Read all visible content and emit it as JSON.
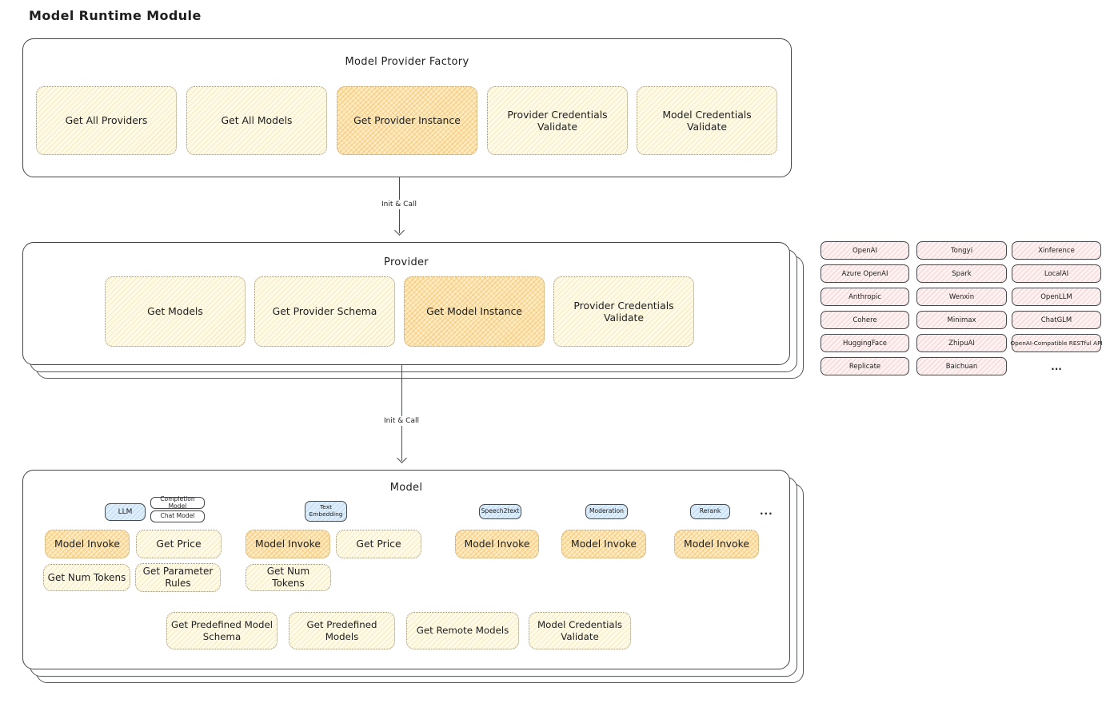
{
  "page_title": "Model Runtime Module",
  "factory": {
    "title": "Model Provider Factory",
    "items": [
      {
        "label": "Get All Providers",
        "highlighted": false
      },
      {
        "label": "Get All Models",
        "highlighted": false
      },
      {
        "label": "Get Provider Instance",
        "highlighted": true
      },
      {
        "label": "Provider Credentials Validate",
        "highlighted": false
      },
      {
        "label": "Model Credentials Validate",
        "highlighted": false
      }
    ]
  },
  "arrows": {
    "factory_to_provider": "Init & Call",
    "provider_to_model": "Init & Call"
  },
  "provider": {
    "title": "Provider",
    "items": [
      {
        "label": "Get Models",
        "highlighted": false
      },
      {
        "label": "Get Provider Schema",
        "highlighted": false
      },
      {
        "label": "Get Model Instance",
        "highlighted": true
      },
      {
        "label": "Provider Credentials Validate",
        "highlighted": false
      }
    ]
  },
  "vendors": {
    "col1": [
      "OpenAI",
      "Azure OpenAI",
      "Anthropic",
      "Cohere",
      "HuggingFace",
      "Replicate"
    ],
    "col2": [
      "Tongyi",
      "Spark",
      "Wenxin",
      "Minimax",
      "ZhipuAI",
      "Baichuan"
    ],
    "col3": [
      "Xinference",
      "LocalAI",
      "OpenLLM",
      "ChatGLM",
      "OpenAI-Compatible RESTful API"
    ],
    "more": "..."
  },
  "model": {
    "title": "Model",
    "tags": {
      "llm": "LLM",
      "completion": "Completion Model",
      "chat": "Chat Model",
      "text_embedding": "Text Embedding",
      "speech2text": "Speech2text",
      "moderation": "Moderation",
      "rerank": "Rerank",
      "more": "..."
    },
    "ops": {
      "model_invoke": "Model Invoke",
      "get_price": "Get Price",
      "get_num_tokens": "Get Num Tokens",
      "get_parameter_rules": "Get Parameter Rules",
      "get_predefined_model_schema": "Get Predefined Model Schema",
      "get_predefined_models": "Get Predefined Models",
      "get_remote_models": "Get Remote Models",
      "model_credentials_validate": "Model Credentials Validate"
    }
  },
  "colors": {
    "stroke": "#43464a",
    "yellow_fill": "#fefae8",
    "orange_fill": "#fdedc7",
    "pink_fill": "#fdf1f1",
    "blue_fill": "#ddedfa"
  }
}
